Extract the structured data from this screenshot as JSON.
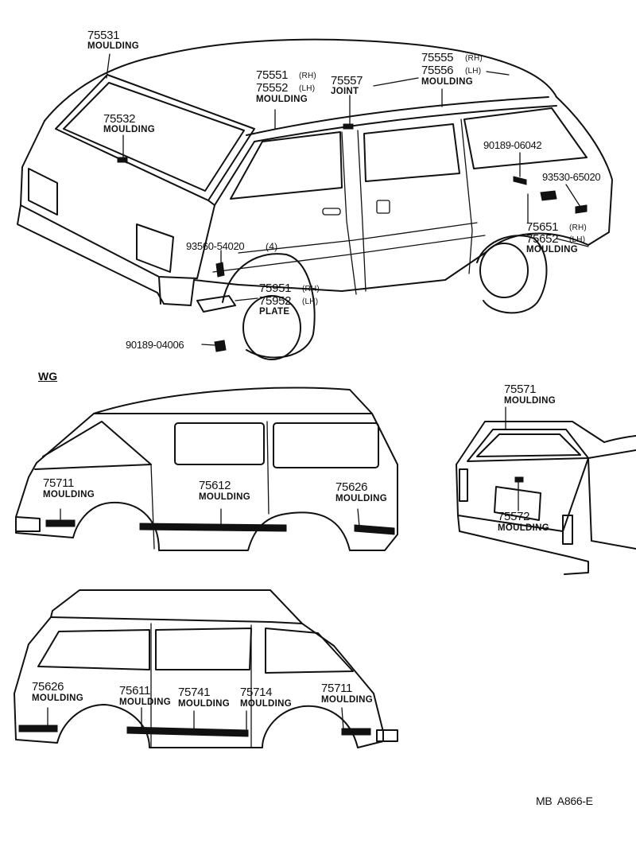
{
  "upper": {
    "p75531": {
      "part": "75531",
      "name": "MOULDING"
    },
    "p75532": {
      "part": "75532",
      "name": "MOULDING"
    },
    "p75551": {
      "part": "75551",
      "side": "(RH)"
    },
    "p75552": {
      "part": "75552",
      "side": "(LH)",
      "name": "MOULDING"
    },
    "p75557": {
      "part": "75557",
      "name": "JOINT"
    },
    "p75555": {
      "part": "75555",
      "side": "(RH)"
    },
    "p75556": {
      "part": "75556",
      "side": "(LH)",
      "name": "MOULDING"
    },
    "p9018906042": {
      "part": "90189-06042"
    },
    "p9353065020": {
      "part": "93530-65020"
    },
    "p75651": {
      "part": "75651",
      "side": "(RH)"
    },
    "p75652": {
      "part": "75652",
      "side": "(LH)",
      "name": "MOULDING"
    },
    "p9356054020": {
      "part": "93560-54020",
      "qty": "(4)"
    },
    "p75951": {
      "part": "75951",
      "side": "(RH)"
    },
    "p75952": {
      "part": "75952",
      "side": "(LH)",
      "name": "PLATE"
    },
    "p9018904006": {
      "part": "90189-04006"
    }
  },
  "wg": {
    "title": "WG",
    "p75711a": {
      "part": "75711",
      "name": "MOULDING"
    },
    "p75612": {
      "part": "75612",
      "name": "MOULDING"
    },
    "p75626a": {
      "part": "75626",
      "name": "MOULDING"
    },
    "p75571": {
      "part": "75571",
      "name": "MOULDING"
    },
    "p75572": {
      "part": "75572",
      "name": "MOULDING"
    },
    "p75626b": {
      "part": "75626",
      "name": "MOULDING"
    },
    "p75611": {
      "part": "75611",
      "name": "MOULDING"
    },
    "p75741": {
      "part": "75741",
      "name": "MOULDING"
    },
    "p75714": {
      "part": "75714",
      "name": "MOULDING"
    },
    "p75711b": {
      "part": "75711",
      "name": "MOULDING"
    }
  },
  "footer": {
    "code": "MB  A866-E"
  }
}
